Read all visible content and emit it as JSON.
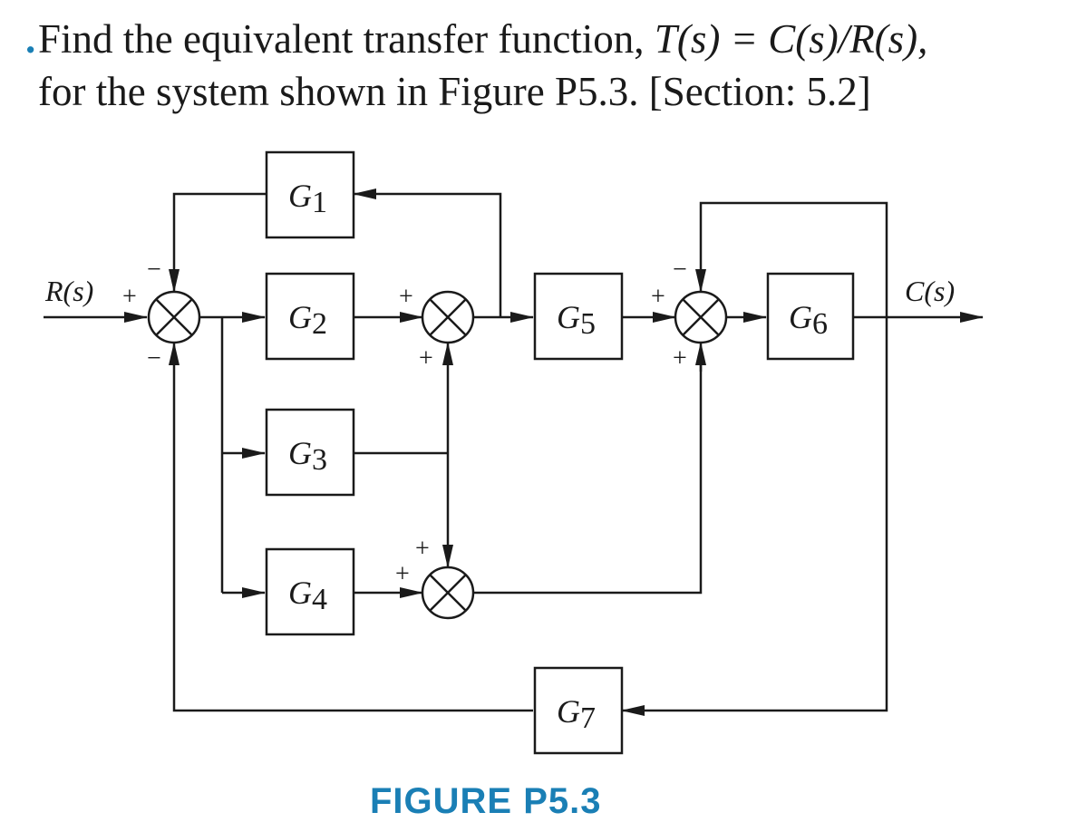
{
  "question": {
    "number_mark": ".",
    "line1_prefix": "Find the equivalent transfer function, ",
    "line1_math": "T(s) = C(s)/R(s),",
    "line2": "for the system shown in Figure P5.3. [Section: 5.2]"
  },
  "diagram": {
    "input_label": "R(s)",
    "output_label": "C(s)",
    "blocks": {
      "g1": {
        "name": "G",
        "sub": "1"
      },
      "g2": {
        "name": "G",
        "sub": "2"
      },
      "g3": {
        "name": "G",
        "sub": "3"
      },
      "g4": {
        "name": "G",
        "sub": "4"
      },
      "g5": {
        "name": "G",
        "sub": "5"
      },
      "g6": {
        "name": "G",
        "sub": "6"
      },
      "g7": {
        "name": "G",
        "sub": "7"
      }
    },
    "signs": {
      "plus": "+",
      "minus": "−"
    }
  },
  "colors": {
    "ink": "#1a1a1a",
    "accent": "#1a7fb5"
  },
  "caption": "FIGURE P5.3"
}
